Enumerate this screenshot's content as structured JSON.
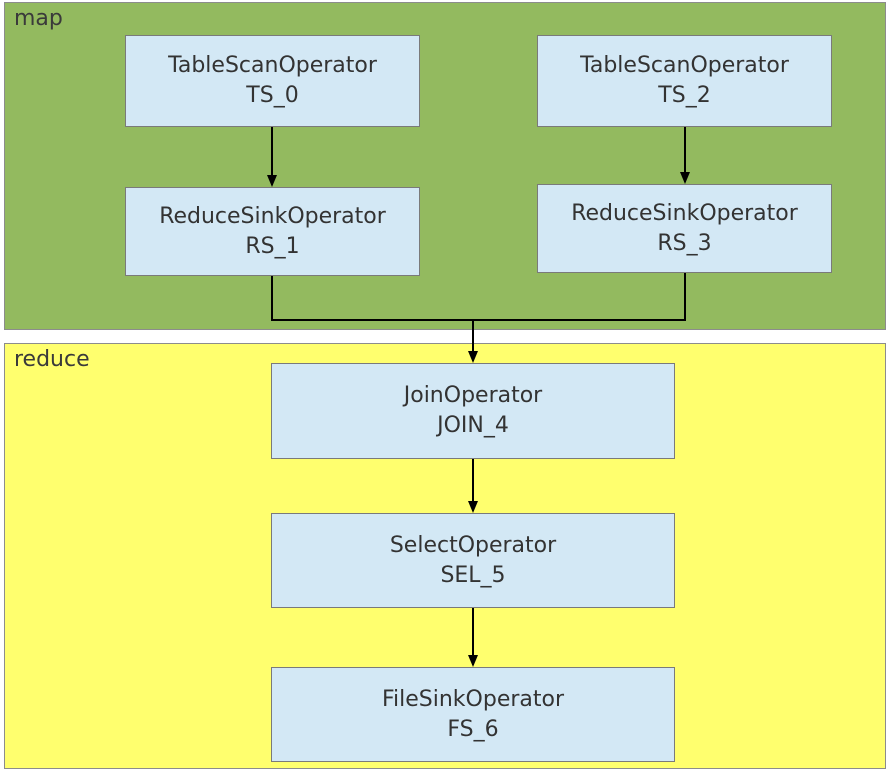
{
  "sections": {
    "map": {
      "label": "map",
      "color": "#93ba5f"
    },
    "reduce": {
      "label": "reduce",
      "color": "#ffff6e"
    }
  },
  "nodes": {
    "ts0": {
      "type": "TableScanOperator",
      "id": "TS_0"
    },
    "ts2": {
      "type": "TableScanOperator",
      "id": "TS_2"
    },
    "rs1": {
      "type": "ReduceSinkOperator",
      "id": "RS_1"
    },
    "rs3": {
      "type": "ReduceSinkOperator",
      "id": "RS_3"
    },
    "join4": {
      "type": "JoinOperator",
      "id": "JOIN_4"
    },
    "sel5": {
      "type": "SelectOperator",
      "id": "SEL_5"
    },
    "fs6": {
      "type": "FileSinkOperator",
      "id": "FS_6"
    }
  },
  "edges": [
    {
      "from": "TS_0",
      "to": "RS_1"
    },
    {
      "from": "TS_2",
      "to": "RS_3"
    },
    {
      "from": "RS_1",
      "to": "JOIN_4"
    },
    {
      "from": "RS_3",
      "to": "JOIN_4"
    },
    {
      "from": "JOIN_4",
      "to": "SEL_5"
    },
    {
      "from": "SEL_5",
      "to": "FS_6"
    }
  ],
  "colors": {
    "node_fill": "#d3e8f5",
    "node_border": "#7a7a7a",
    "edge": "#000000"
  }
}
